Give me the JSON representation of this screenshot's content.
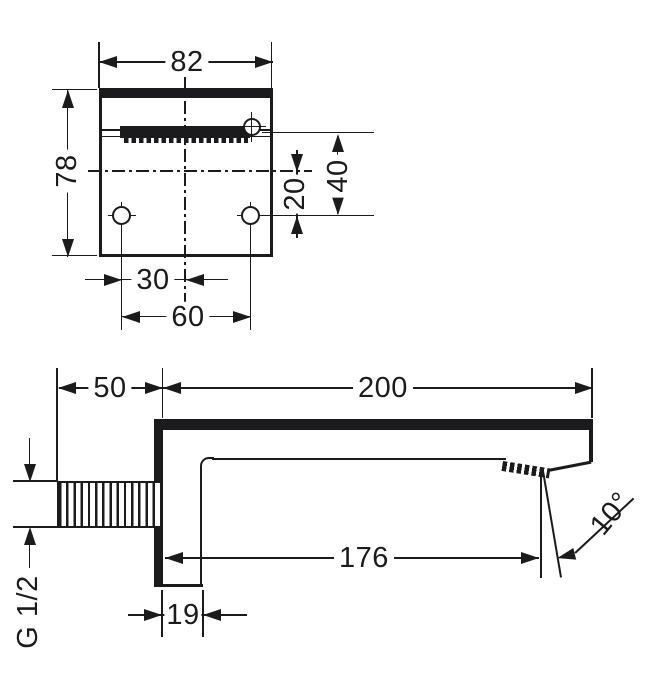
{
  "drawing_title": "wall-mounted-spout-dimension-drawing",
  "colors": {
    "ink": "#1b1b1d",
    "background": "#ffffff"
  },
  "views": {
    "front": {
      "name": "front-view",
      "dims": {
        "width": "82",
        "height": "78",
        "slot_to_holes": "40",
        "center_to_holes": "20",
        "hole_to_center": "30",
        "hole_spacing": "60"
      }
    },
    "side": {
      "name": "side-view",
      "dims": {
        "wall_depth": "50",
        "spout_length": "200",
        "outlet_distance": "176",
        "escutcheon_depth": "19",
        "outlet_angle": "10°",
        "thread": "G 1/2"
      }
    }
  }
}
